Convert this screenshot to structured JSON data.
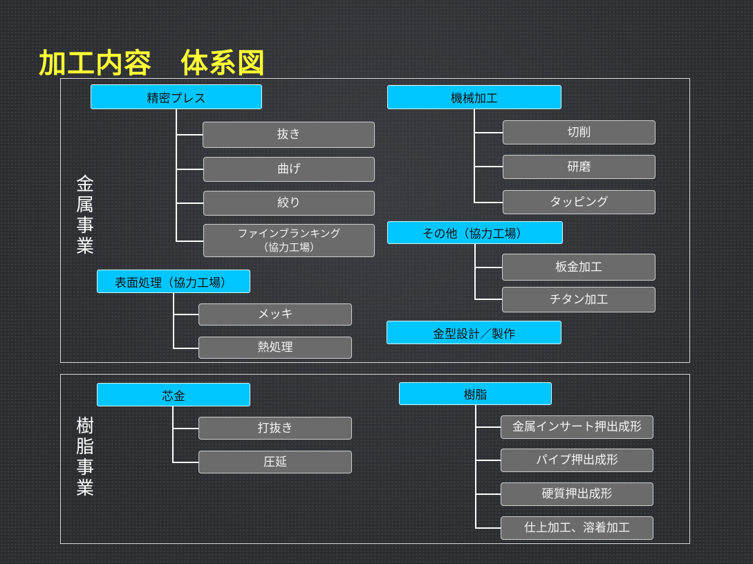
{
  "title": "加工内容　体系図",
  "sections": {
    "metal": {
      "label": "金属事業",
      "precision_press": {
        "label": "精密プレス",
        "items": [
          "抜き",
          "曲げ",
          "絞り"
        ],
        "fine_blanking": [
          "ファインブランキング",
          "（協力工場）"
        ]
      },
      "surface": {
        "label": "表面処理（協力工場）",
        "items": [
          "メッキ",
          "熱処理"
        ]
      },
      "machining": {
        "label": "機械加工",
        "items": [
          "切削",
          "研磨",
          "タッピング"
        ]
      },
      "other": {
        "label": "その他（協力工場）",
        "items": [
          "板金加工",
          "チタン加工"
        ]
      },
      "mold": {
        "label": "金型設計／製作"
      }
    },
    "resin": {
      "label": "樹脂事業",
      "core": {
        "label": "芯金",
        "items": [
          "打抜き",
          "圧延"
        ]
      },
      "resin_cat": {
        "label": "樹脂",
        "items": [
          "金属インサート押出成形",
          "パイプ押出成形",
          "硬質押出成形",
          "仕上加工、溶着加工"
        ]
      }
    }
  }
}
